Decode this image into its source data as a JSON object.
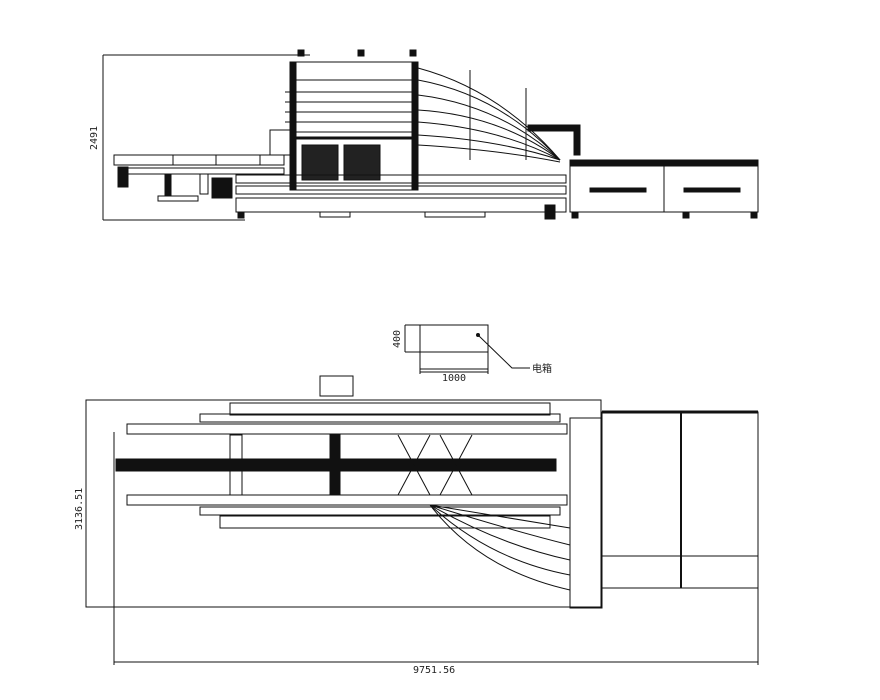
{
  "drawing": {
    "type": "mechanical layout drawing",
    "views": [
      {
        "name": "side-elevation",
        "dimensions": {
          "height_label": "2491"
        }
      },
      {
        "name": "plan-view",
        "dimensions": {
          "width_label": "3136.51",
          "overall_length_label": "9751.56"
        }
      }
    ],
    "electric_cabinet": {
      "label": "电箱",
      "width_label": "1000",
      "depth_label": "400"
    },
    "line_color": "#111111",
    "background": "#ffffff"
  }
}
